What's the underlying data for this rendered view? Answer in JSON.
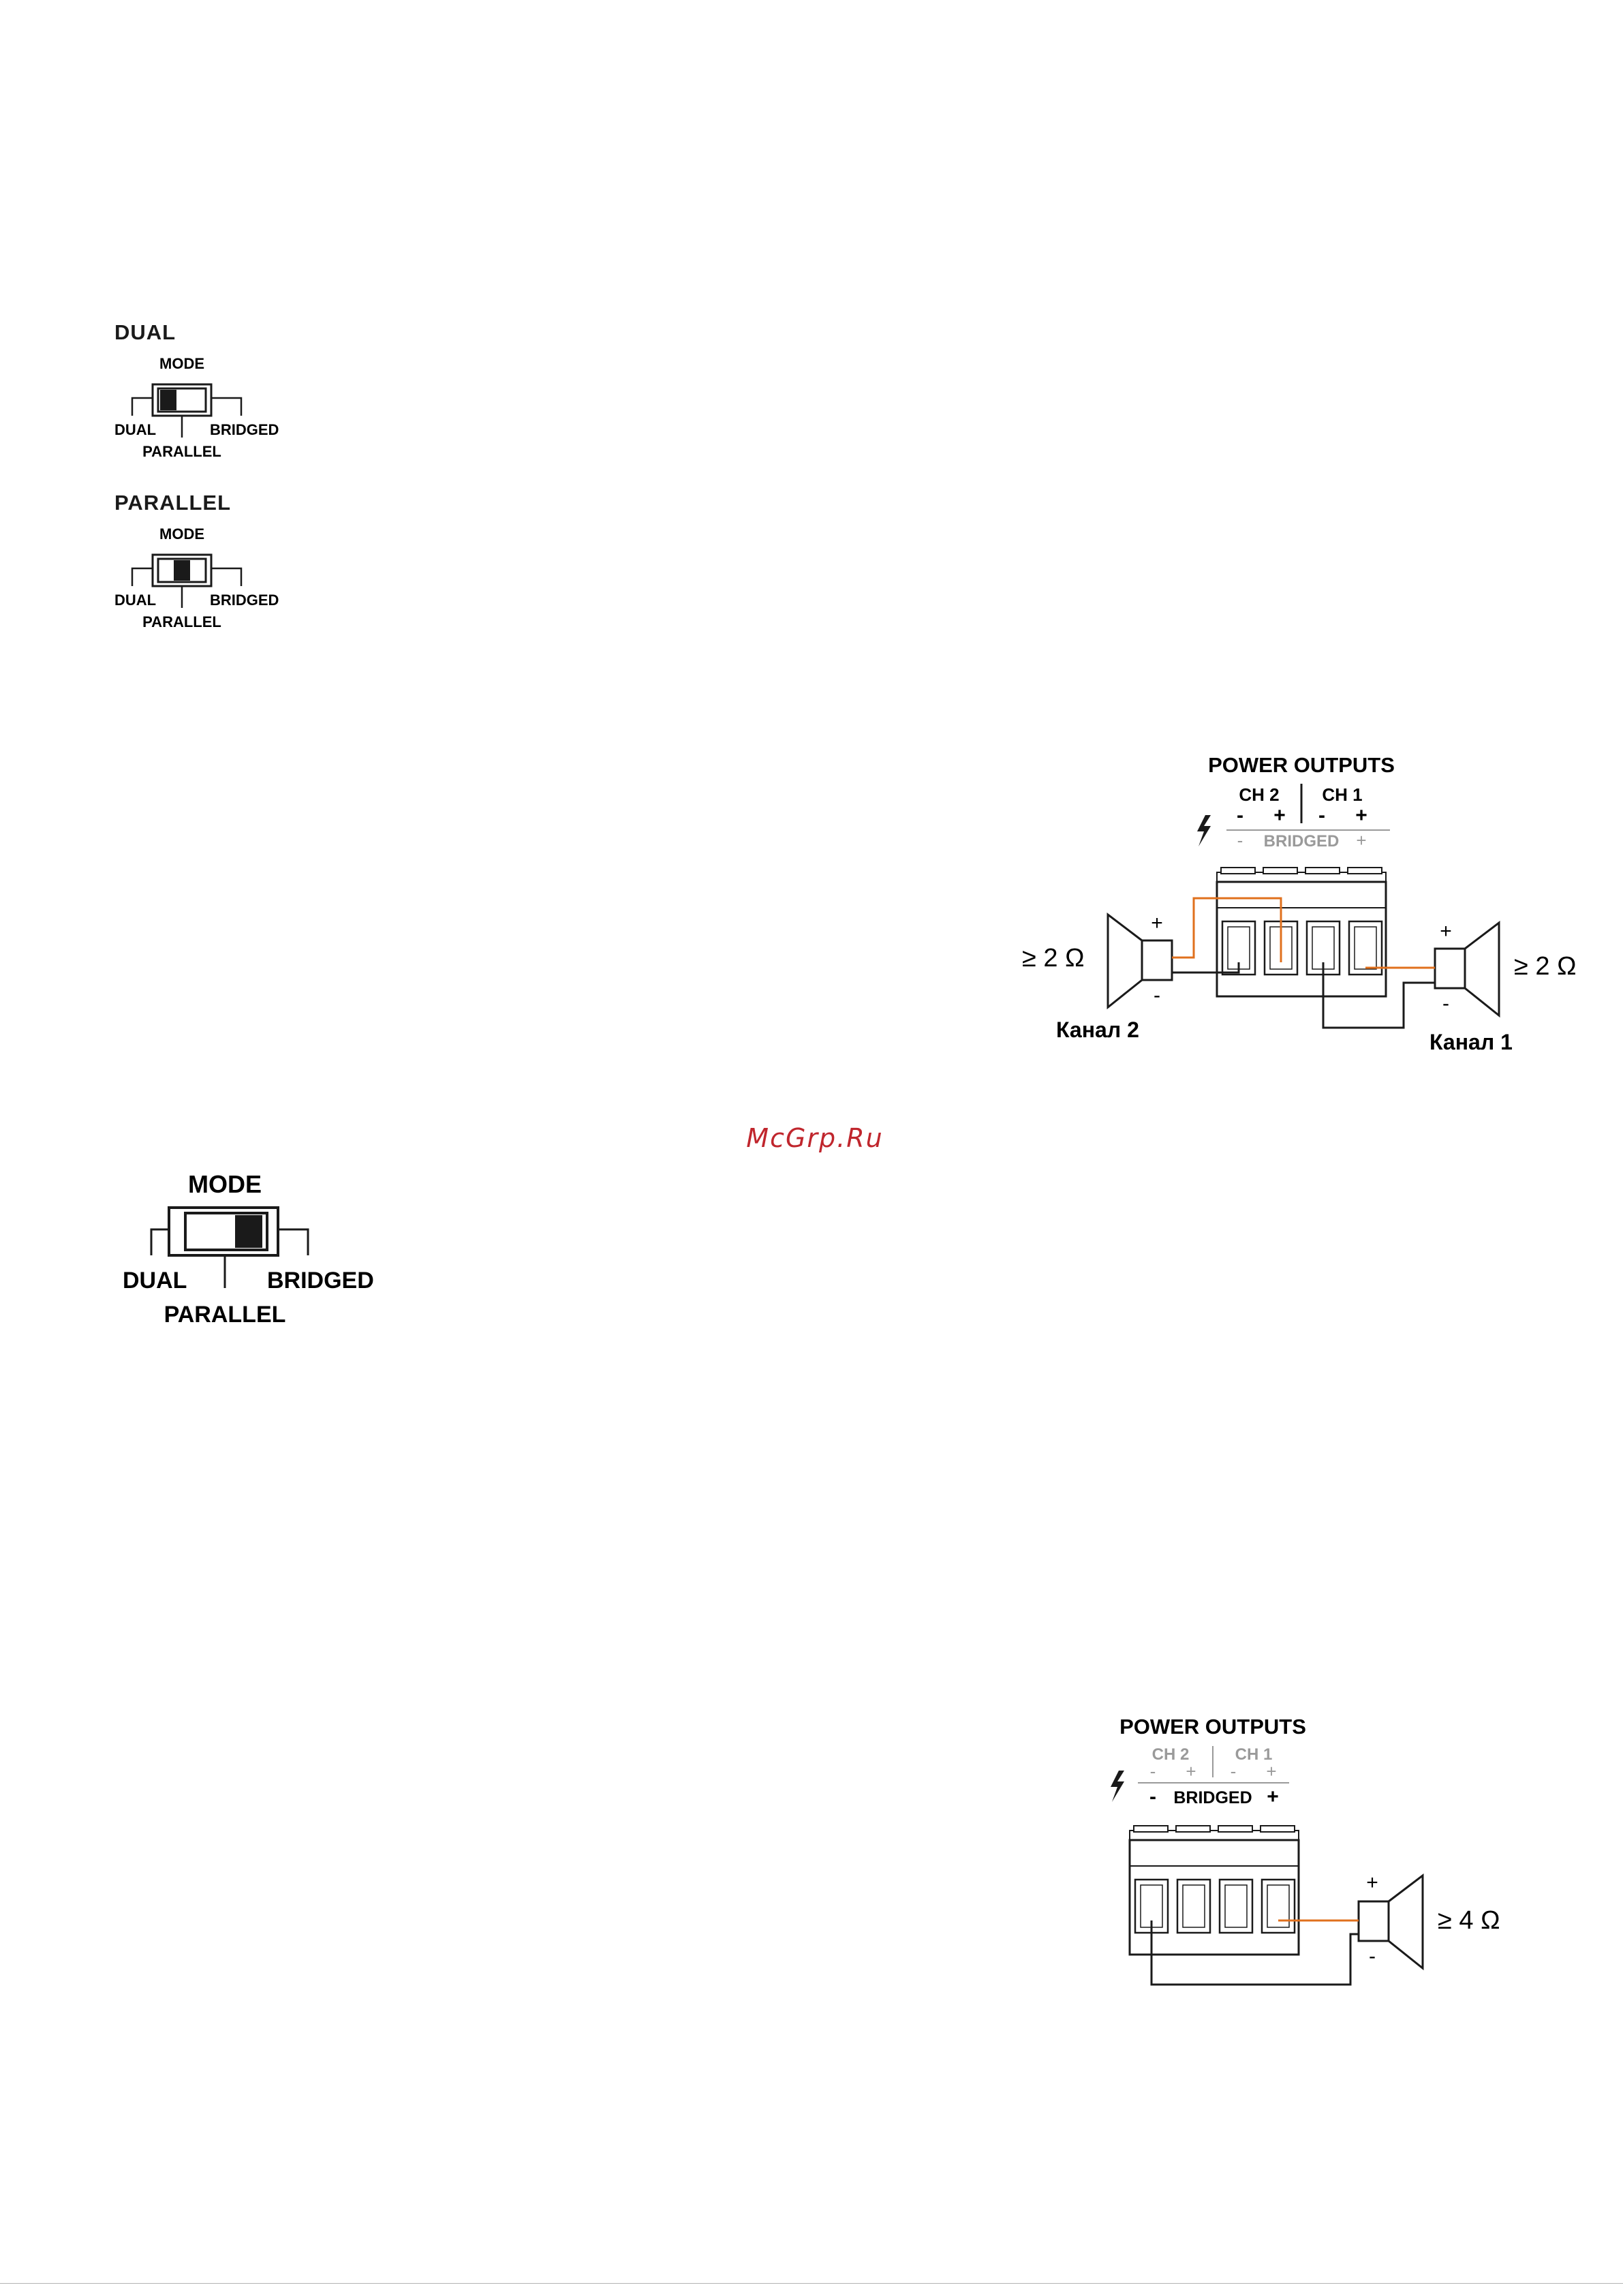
{
  "switches": {
    "dual": {
      "heading": "DUAL",
      "mode_label": "MODE",
      "left_label": "DUAL",
      "middle_label": "PARALLEL",
      "right_label": "BRIDGED"
    },
    "parallel": {
      "heading": "PARALLEL",
      "mode_label": "MODE",
      "left_label": "DUAL",
      "middle_label": "PARALLEL",
      "right_label": "BRIDGED"
    },
    "bridged": {
      "mode_label": "MODE",
      "left_label": "DUAL",
      "middle_label": "PARALLEL",
      "right_label": "BRIDGED"
    }
  },
  "diagram_dual": {
    "title": "POWER OUTPUTS",
    "ch2": "CH 2",
    "ch1": "CH 1",
    "ch2_minus": "-",
    "ch2_plus": "+",
    "ch1_minus": "-",
    "ch1_plus": "+",
    "bridged_minus": "-",
    "bridged": "BRIDGED",
    "bridged_plus": "+",
    "left_impedance": "≥ 2 Ω",
    "right_impedance": "≥ 2 Ω",
    "left_speaker_plus": "+",
    "left_speaker_minus": "-",
    "right_speaker_plus": "+",
    "right_speaker_minus": "-",
    "left_channel": "Канал 2",
    "right_channel": "Канал 1"
  },
  "diagram_bridged": {
    "title": "POWER OUTPUTS",
    "ch2": "CH 2",
    "ch1": "CH 1",
    "ch2_minus": "-",
    "ch2_plus": "+",
    "ch1_minus": "-",
    "ch1_plus": "+",
    "bridged_minus": "-",
    "bridged": "BRIDGED",
    "bridged_plus": "+",
    "impedance": "≥ 4 Ω",
    "speaker_plus": "+",
    "speaker_minus": "-"
  },
  "watermark": "McGrp.Ru",
  "colors": {
    "wire_positive": "#e0701d",
    "wire_negative": "#1a1a1a",
    "muted_text": "#9a9a9a",
    "watermark": "#c0262d"
  }
}
